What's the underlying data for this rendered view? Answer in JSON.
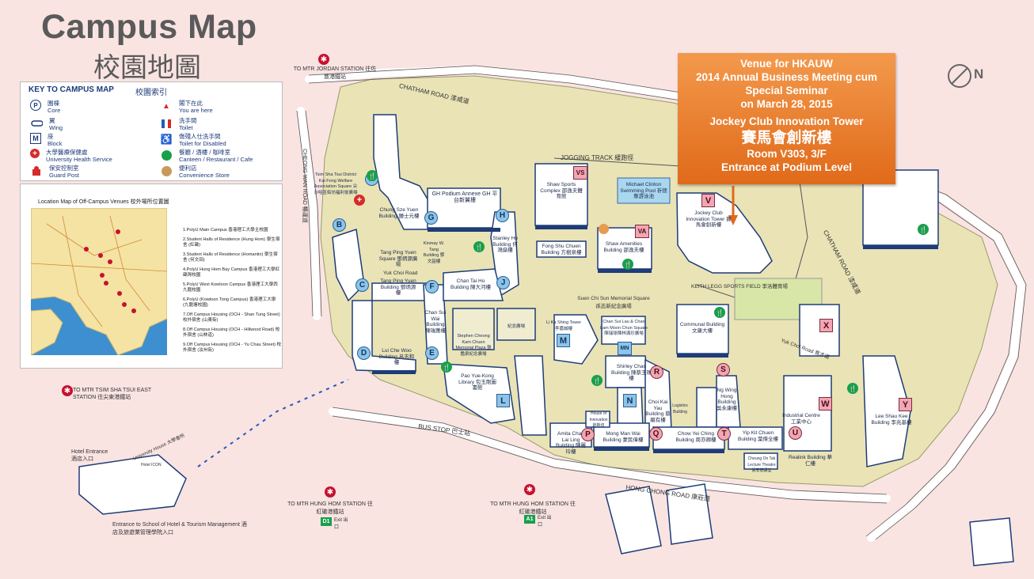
{
  "title_en": "Campus Map",
  "title_zh": "校園地圖",
  "key": {
    "title": "KEY TO CAMPUS MAP",
    "title_zh": "校園索引",
    "items": [
      {
        "symbol": "P",
        "zh": "園棟",
        "en": "Core"
      },
      {
        "symbol": "",
        "zh": "翼",
        "en": "Wing"
      },
      {
        "symbol": "M",
        "zh": "座",
        "en": "Block"
      },
      {
        "symbol": "+",
        "zh": "大學醫療保健處",
        "en": "University Health Service"
      },
      {
        "symbol": "",
        "zh": "保安控制室",
        "en": "Guard Post"
      },
      {
        "symbol": "▲",
        "zh": "閣下在此",
        "en": "You are here"
      },
      {
        "symbol": "",
        "zh": "洗手間",
        "en": "Toilet"
      },
      {
        "symbol": "",
        "zh": "傷殘人仕洗手間",
        "en": "Toilet for Disabled"
      },
      {
        "symbol": "",
        "zh": "餐廳 / 酒樓 / 咖啡室",
        "en": "Canteen / Restaurant / Cafe"
      },
      {
        "symbol": "",
        "zh": "便利店",
        "en": "Convenience Store"
      }
    ]
  },
  "location_map": {
    "title": "Location Map of Off-Campus Venues 校外場所位置圖",
    "items": [
      "1.PolyU Main Campus 香港理工大學主校園",
      "2.Student Halls of Residence (Hung Hom) 學生宿舍 (紅磡)",
      "3.Student Halls of Residence (Homantin) 學生宿舍 (何文田)",
      "4.PolyU Hung Hom Bay Campus 香港理工大學紅磡灣校園",
      "5.PolyU West Kowloon Campus 香港理工大學西九龍校園",
      "6.PolyU (Kowloon Tong Campus) 香港理工大學 (九龍塘校園)",
      "7.Off Campus Housing (OCH - Shan Tung Street) 校外宿舍 (山東街)",
      "8.Off Campus Housing (OCH - Hillwood Road) 校外宿舍 (山林道)",
      "9.Off Campus Housing (OCH - Yu Chau Street) 校外宿舍 (汝州街)"
    ]
  },
  "venue": {
    "line1": "Venue for HKAUW",
    "line2": "2014 Annual Business Meeting cum",
    "line3": "Special Seminar",
    "line4": "on March 28, 2015",
    "line5": "Jockey Club Innovation Tower",
    "line6": "賽馬會創新樓",
    "line7": "Room V303, 3/F",
    "line8": "Entrance at Podium Level"
  },
  "compass": "N",
  "roads": {
    "chatham_top": "CHATHAM ROAD 漆咸道",
    "chatham_right": "CHATHAM ROAD 漆咸道",
    "cheong_wan": "CHEONG WAN ROAD 暢運道",
    "hong_chong": "HONG CHONG ROAD 康莊道",
    "jogging": "JOGGING TRACK 緩跑徑",
    "bus_stop": "BUS STOP 巴士站",
    "yuk_choi": "Yuk Choi Road 育才道",
    "yuk_choi_left": "Yuk Choi Road",
    "keith_legg": "KEITH LEGG SPORTS FIELD 李洛體育場",
    "suen_chi_sun": "Suen Chi Sun Memorial Square 孫志新紀念廣場"
  },
  "stations": {
    "jordan": "TO MTR JORDAN STATION 往佐敦港鐵站",
    "tst_east": "TO MTR TSIM SHA TSUI EAST STATION 往尖東港鐵站",
    "hung_hom_d1": "TO MTR HUNG HOM STATION 往紅磡港鐵站",
    "hung_hom_a1": "TO MTR HUNG HOM STATION 往紅磡港鐵站",
    "d1": "D1",
    "d1_label": "Exit 出口",
    "a1": "A1",
    "a1_label": "Exit 出口"
  },
  "entrances": {
    "hotel": "Hotel Entrance 酒店入口",
    "school": "Entrance to School of Hotel & Tourism Management 酒店及旅遊業管理學院入口",
    "university_house": "University House 大學會所",
    "hotel_icon": "Hotel ICON"
  },
  "blocks": [
    "A",
    "B",
    "C",
    "D",
    "E",
    "F",
    "G",
    "H",
    "J",
    "L",
    "M",
    "N",
    "MN",
    "P",
    "Q",
    "R",
    "S",
    "T",
    "U",
    "V",
    "VA",
    "VS",
    "W",
    "X",
    "Y"
  ],
  "buildings": {
    "chung_sze_yuen": "Chung Sze Yuen Building 鍾士元樓",
    "gh_podium": "GH Podium Annexe GH 平台新翼樓",
    "shaw_sports": "Shaw Sports Complex 邵逸夫體育館",
    "mc_pool": "Michael Clinton Swimming Pool 祈德尊游泳池",
    "jcit": "Jockey Club Innovation Tower 賽馬會創新樓",
    "kinmay": "Kinmay W. Tang Building 鄧文韶樓",
    "stanley_ho": "Stanley Ho Building 何鴻燊樓",
    "fong_shu_chuen": "Fong Shu Chuen Building 方樹泉樓",
    "shaw_amenities": "Shaw Amenities Building 邵逸夫樓",
    "tang_ping_yuen_sq": "Tang Ping Yuen Square 鄧炳源廣場",
    "tang_ping_yuen": "Tang Ping Yuen Building 鄧炳源樓",
    "chan_tai_ho": "Chan Tai Ho Building 陳大河樓",
    "chan_sui_wai": "Chan Sui Wai Building 陳瑞蕙樓",
    "lui_che_woo": "Lui Che Woo Building 呂志和樓",
    "stephen_cheong": "Stephen Cheong Kam Chuen Memorial Plaza 張鑑泉紀念廣場",
    "memorial": "紀念廣場",
    "li_ka_shing": "Li Ka Shing Tower 李嘉誠樓",
    "chan_sui_lau": "Chan Sui Lau & Chan Lam Moon Chun Square 陳瑞球陳林滿珍廣場",
    "communal": "Communal Building 文康大樓",
    "pao_yue_kong": "Pao Yue-Kong Library 包玉剛圖書館",
    "shirley_chan": "Shirley Chan Building 陳蔡玉珠樓",
    "choi_kai_yau": "Choi Kai Yau Building 蔡繼有樓",
    "ng_wing_hong": "Ng Wing Hong Building 吳永康樓",
    "industrial_centre": "Industrial Centre 工業中心",
    "lee_shau_kee": "Lee Shau Kee Building 李兆基樓",
    "house_of_innovation": "House of Innovation 創新坊",
    "logistics": "Logistics Building",
    "amita": "Amita Chan Lai Ling Building 陳麗玲樓",
    "mong_man_wai": "Mong Man Wai Building 蒙民偉樓",
    "chow_yei_ching": "Chow Yei Ching Building 周亦卿樓",
    "yip_kit_chuen": "Yip Kit Chuen Building 葉傑全樓",
    "cheung_on_tak": "Cheung On Tak Lecture Theatre 張安德講堂",
    "realink": "Realink Building 華仁樓",
    "tsim_sha_tsui_assoc": "Tsim Sha Tsui District Kai Fong Welfare Association Square 尖沙咀區街坊福利會廣場"
  }
}
